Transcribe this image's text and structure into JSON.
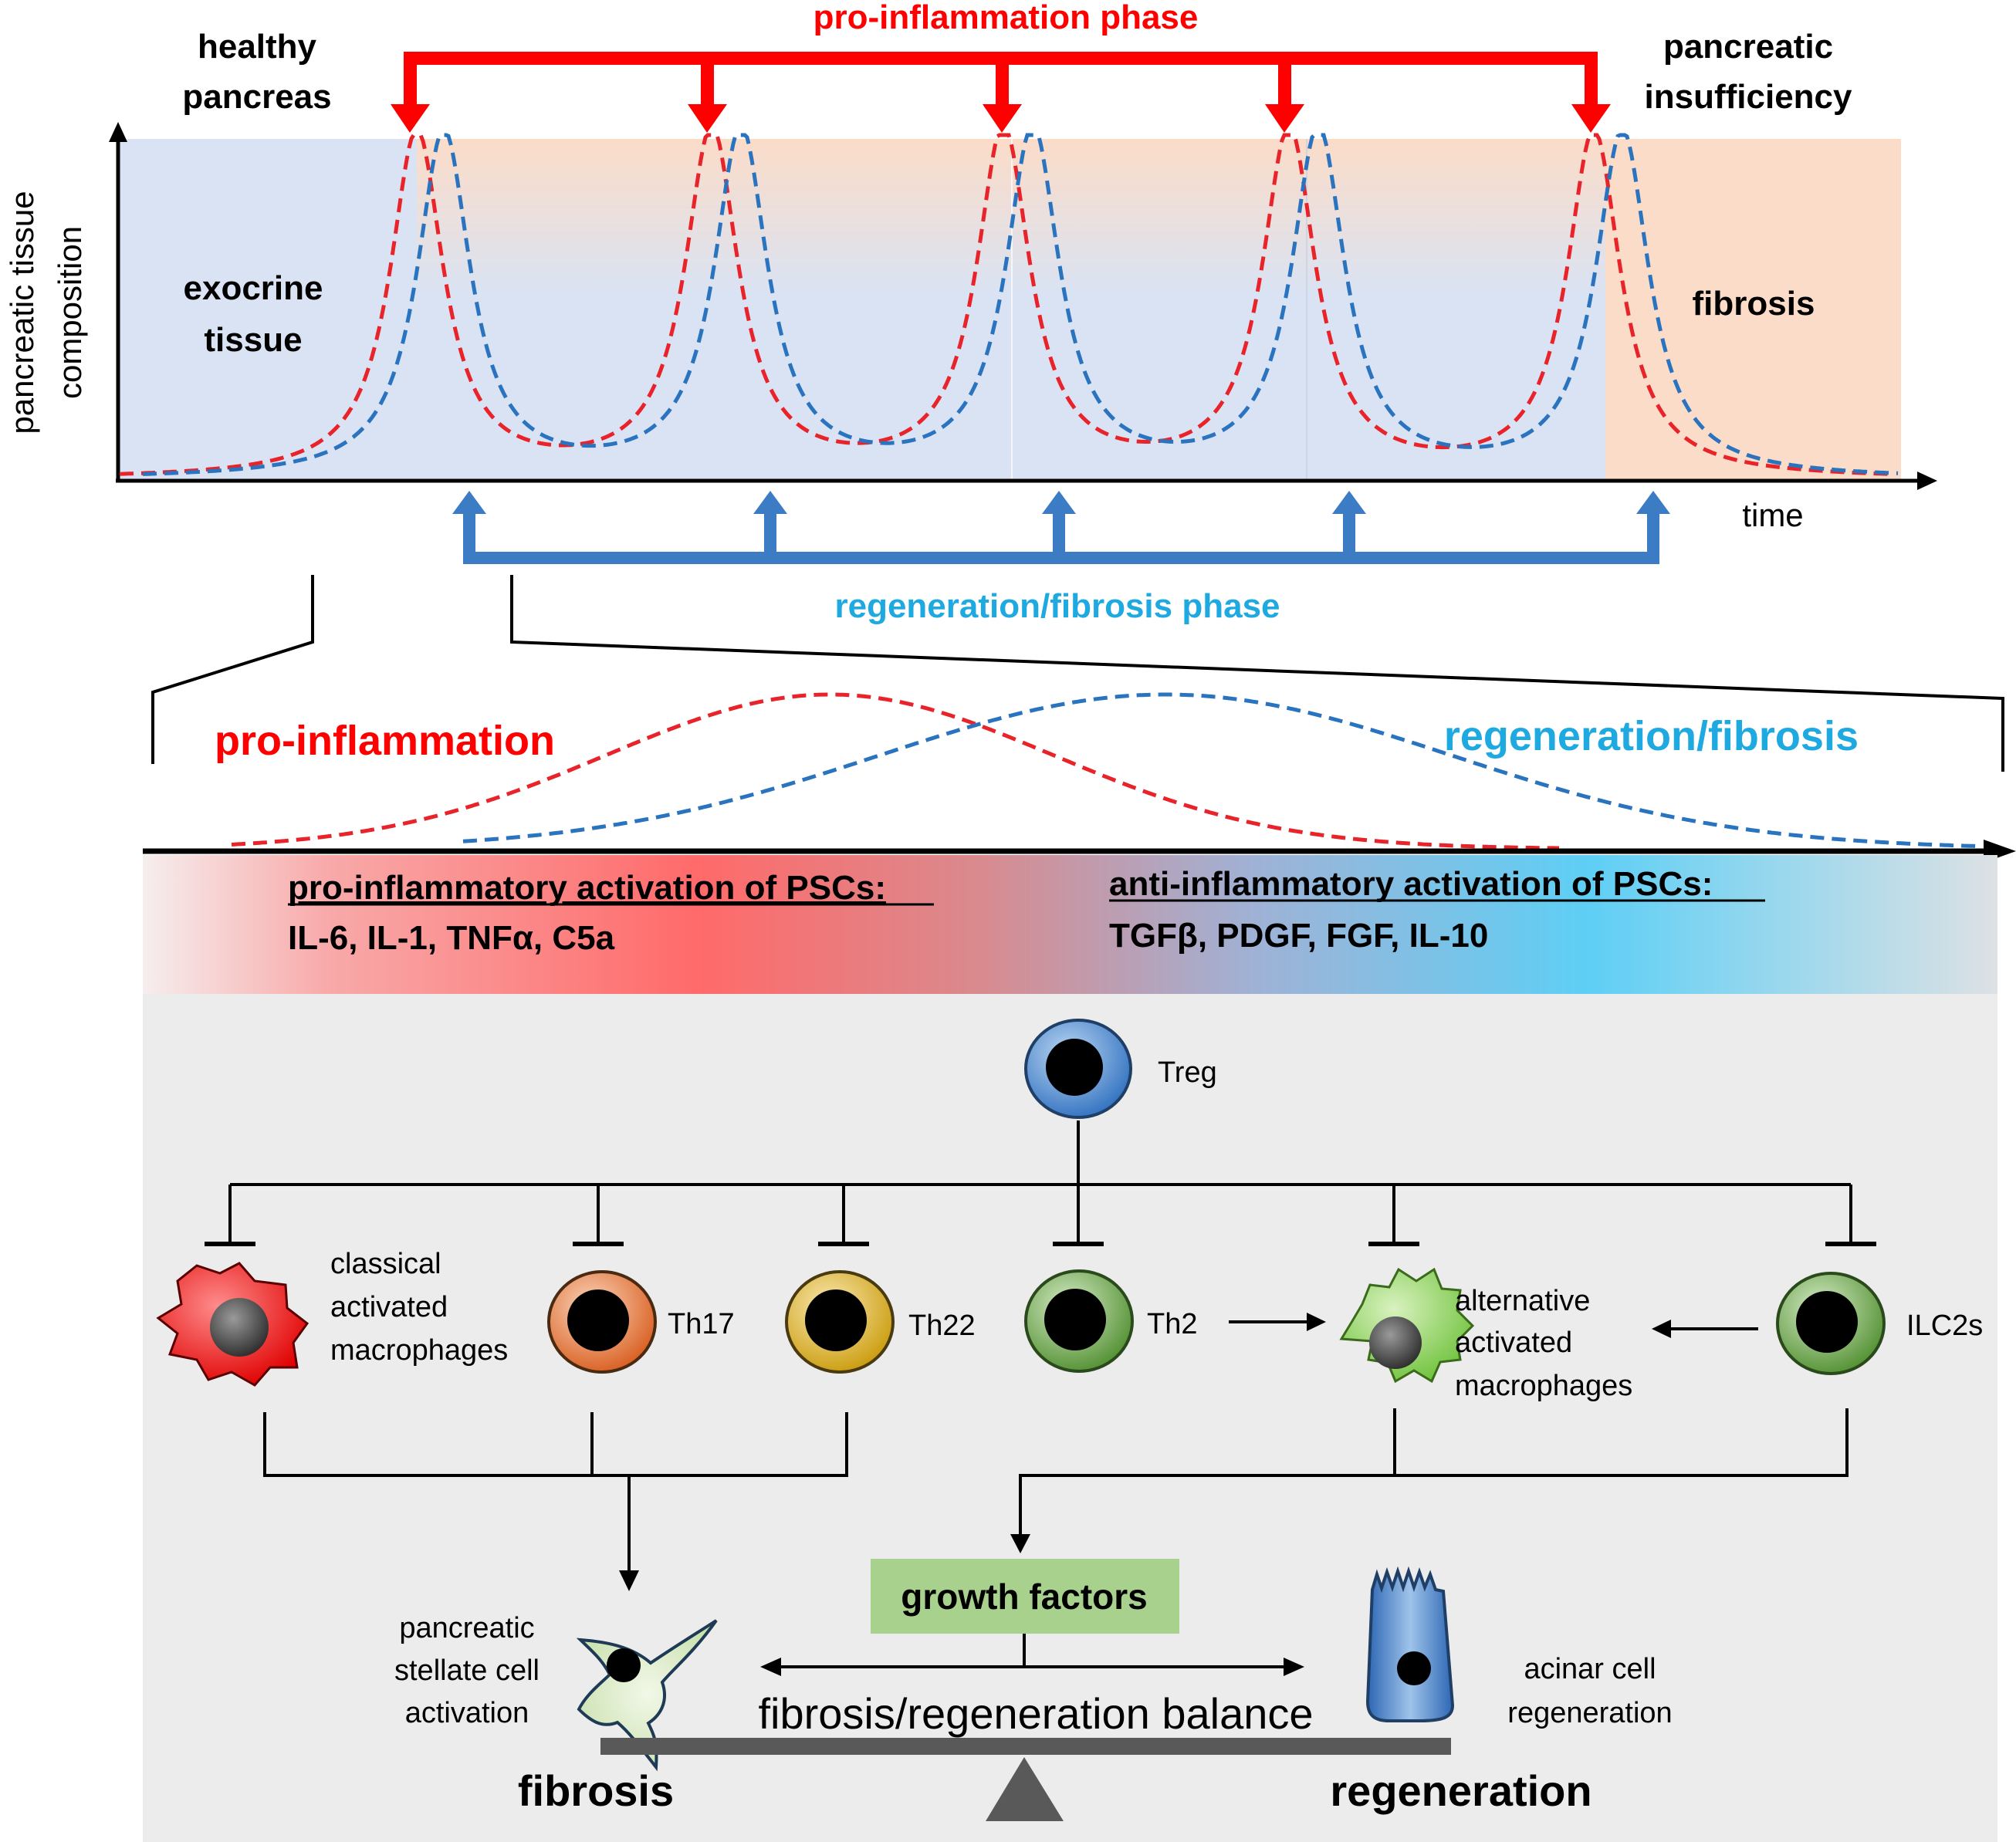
{
  "top": {
    "healthy": [
      "healthy",
      "pancreas"
    ],
    "insufficiency": [
      "pancreatic",
      "insufficiency"
    ],
    "ylabel": [
      "pancreatic tissue",
      "composition"
    ],
    "xlabel": "time",
    "exocrine": [
      "exocrine",
      "tissue"
    ],
    "fibrosis": "fibrosis",
    "pro_phase": "pro-inflammation phase",
    "regen_phase": "regeneration/fibrosis phase"
  },
  "middle": {
    "pro_label": "pro-inflammation",
    "regen_label": "regeneration/fibrosis",
    "pro_activation_title": "pro-inflammatory activation of PSCs:",
    "pro_activation_items": "IL-6, IL-1, TNFα, C5a",
    "anti_activation_title": "anti-inflammatory activation of PSCs:",
    "anti_activation_items": "TGFβ, PDGF, FGF, IL-10"
  },
  "cells": {
    "treg": "Treg",
    "classical": [
      "classical",
      "activated",
      "macrophages"
    ],
    "th17": "Th17",
    "th22": "Th22",
    "th2": "Th2",
    "alternative": [
      "alternative",
      "activated",
      "macrophages"
    ],
    "ilc2s": "ILC2s"
  },
  "bottom": {
    "growth_factors": "growth factors",
    "psc": [
      "pancreatic",
      "stellate cell",
      "activation"
    ],
    "acinar": [
      "acinar cell",
      "regeneration"
    ],
    "balance": "fibrosis/regeneration balance",
    "fibrosis": "fibrosis",
    "regeneration": "regeneration"
  },
  "colors": {
    "red": "#ff0000",
    "blue_arrow": "#3b7cc4",
    "cyan_text": "#1fa9e1",
    "red_dashed": "#e8232a",
    "blue_dashed": "#2a73bf",
    "panel_gray": "#ececec"
  }
}
